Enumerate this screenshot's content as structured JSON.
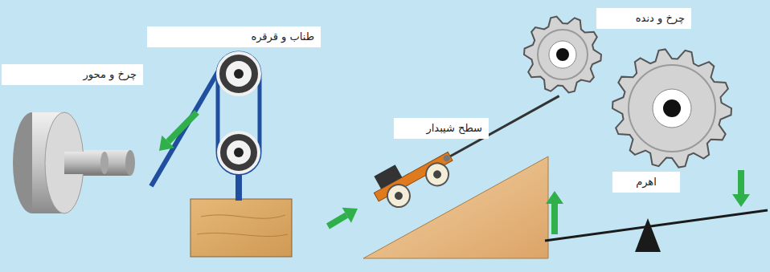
{
  "diagram": {
    "nodes": [
      {
        "text": [
          "چرخ و محور"
        ]
      },
      {
        "text": [
          "طناب و قرقره"
        ]
      },
      {
        "text": [
          "سطح شیبدار"
        ]
      },
      {
        "text": [
          "چرخ و دنده"
        ]
      },
      {
        "text": [
          "اهرم"
        ]
      }
    ]
  }
}
